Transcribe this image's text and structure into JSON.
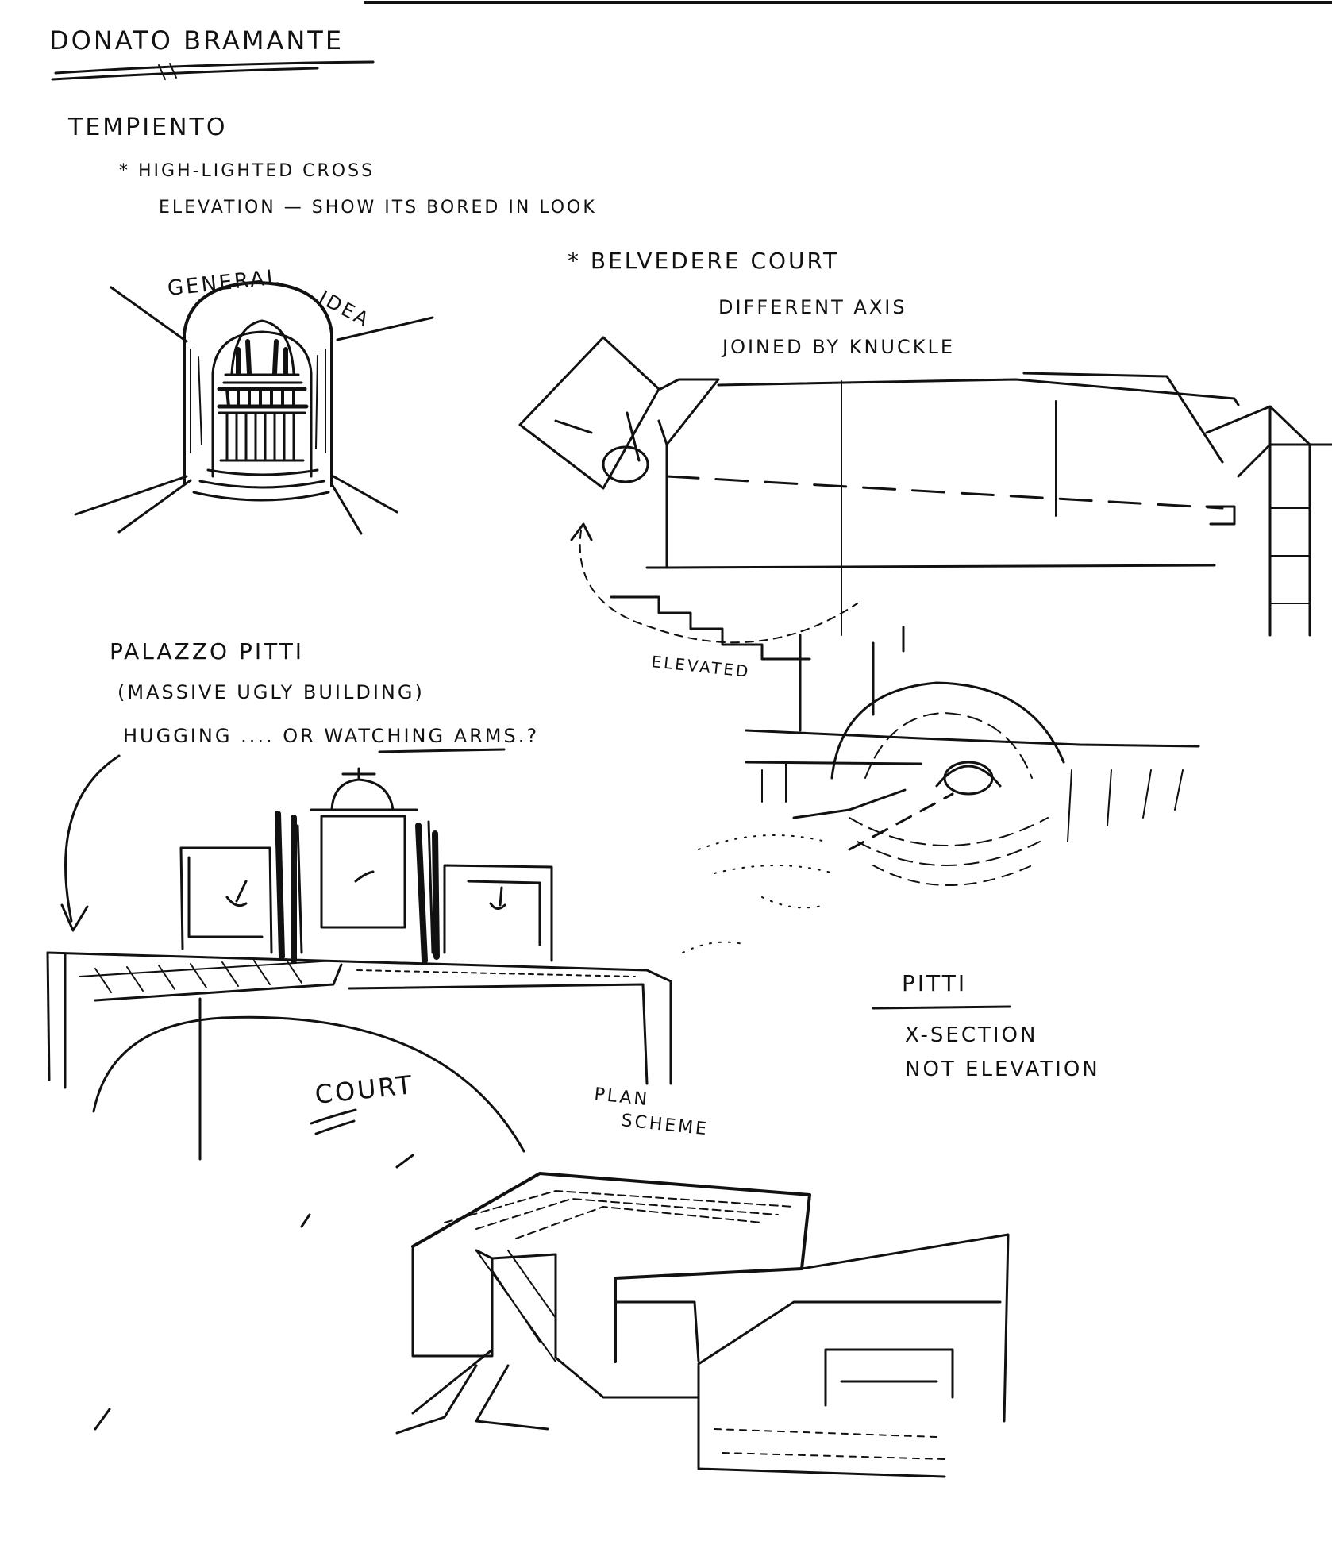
{
  "page": {
    "title": "DONATO BRAMANTE",
    "background_color": "#ffffff",
    "ink_color": "#111111"
  },
  "notes": {
    "tempietto_heading": "TEMPIENTO",
    "tempietto_line1": "* HIGH-LIGHTED CROSS",
    "tempietto_line2": "ELEVATION — SHOW ITS BORED IN LOOK",
    "general_idea_1": "GENERAL",
    "general_idea_2": "IDEA",
    "belvedere_heading": "* BELVEDERE COURT",
    "belvedere_line1": "DIFFERENT AXIS",
    "belvedere_line2": "JOINED BY KNUCKLE",
    "elevated": "ELEVATED",
    "pitti_heading": "PALAZZO PITTI",
    "pitti_line1": "(MASSIVE UGLY BUILDING)",
    "pitti_line2": "HUGGING .... OR WATCHING ARMS.?",
    "court": "COURT",
    "plan_1": "PLAN",
    "plan_2": "SCHEME",
    "pitti_right_heading": "PITTI",
    "pitti_right_line1": "X-SECTION",
    "pitti_right_line2": "NOT ELEVATION"
  }
}
